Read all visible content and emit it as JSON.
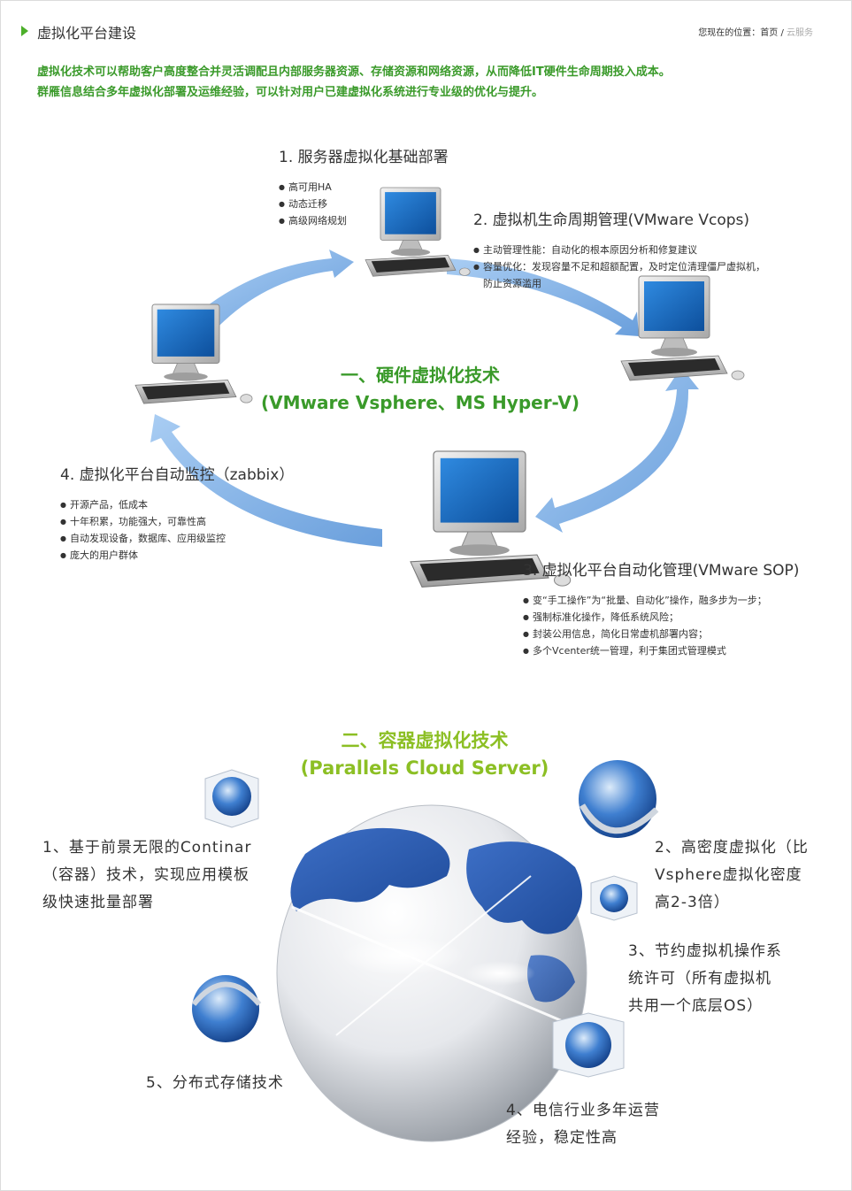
{
  "header": {
    "title": "虚拟化平台建设",
    "breadcrumb": {
      "prefix": "您现在的位置：",
      "home": "首页",
      "sep": "/",
      "current": "云服务"
    }
  },
  "intro": {
    "line1": "虚拟化技术可以帮助客户高度整合并灵活调配且内部服务器资源、存储资源和网络资源，从而降低IT硬件生命周期投入成本。",
    "line2": "群雁信息结合多年虚拟化部署及运维经验，可以针对用户已建虚拟化系统进行专业级的优化与提升。"
  },
  "hardware": {
    "title_cn": "一、硬件虚拟化技术",
    "title_en": "(VMware Vsphere、MS Hyper-V)",
    "sections": [
      {
        "title": "1. 服务器虚拟化基础部署",
        "bullets": [
          "高可用HA",
          "动态迁移",
          "高级网络规划"
        ]
      },
      {
        "title": "2. 虚拟机生命周期管理(VMware Vcops)",
        "bullets": [
          "主动管理性能：自动化的根本原因分析和修复建议",
          "容量优化：发现容量不足和超额配置，及时定位清理僵尸虚拟机，",
          "防止资源滥用"
        ]
      },
      {
        "title": "3. 虚拟化平台自动化管理(VMware SOP)",
        "bullets": [
          "变“手工操作”为“批量、自动化”操作，融多步为一步；",
          "强制标准化操作，降低系统风险；",
          "封装公用信息，简化日常虚机部署内容；",
          "多个Vcenter统一管理，利于集团式管理模式"
        ]
      },
      {
        "title": "4. 虚拟化平台自动监控（zabbix）",
        "bullets": [
          "开源产品，低成本",
          "十年积累，功能强大，可靠性高",
          "自动发现设备，数据库、应用级监控",
          "庞大的用户群体"
        ]
      }
    ]
  },
  "container": {
    "title_cn": "二、容器虚拟化技术",
    "title_en": "(Parallels Cloud Server)",
    "features": [
      {
        "lines": [
          "1、基于前景无限的Continar",
          "（容器）技术，实现应用模板",
          "级快速批量部署"
        ]
      },
      {
        "lines": [
          "2、高密度虚拟化（比",
          "Vsphere虚拟化密度",
          "高2-3倍）"
        ]
      },
      {
        "lines": [
          "3、节约虚拟机操作系",
          "统许可（所有虚拟机",
          "共用一个底层OS）"
        ]
      },
      {
        "lines": [
          "4、电信行业多年运营",
          "经验，稳定性高"
        ]
      },
      {
        "lines": [
          "5、分布式存储技术"
        ]
      }
    ]
  },
  "colors": {
    "accent_green": "#3a9a2a",
    "lime": "#8cbf24",
    "arrow_blue": "#86b3e6",
    "screen_blue": "#1a6ec0"
  },
  "icons": [
    "triangle-bullet-icon",
    "computer-icon",
    "cycle-arrow-icon",
    "globe-icon",
    "cube-globe-icon"
  ]
}
